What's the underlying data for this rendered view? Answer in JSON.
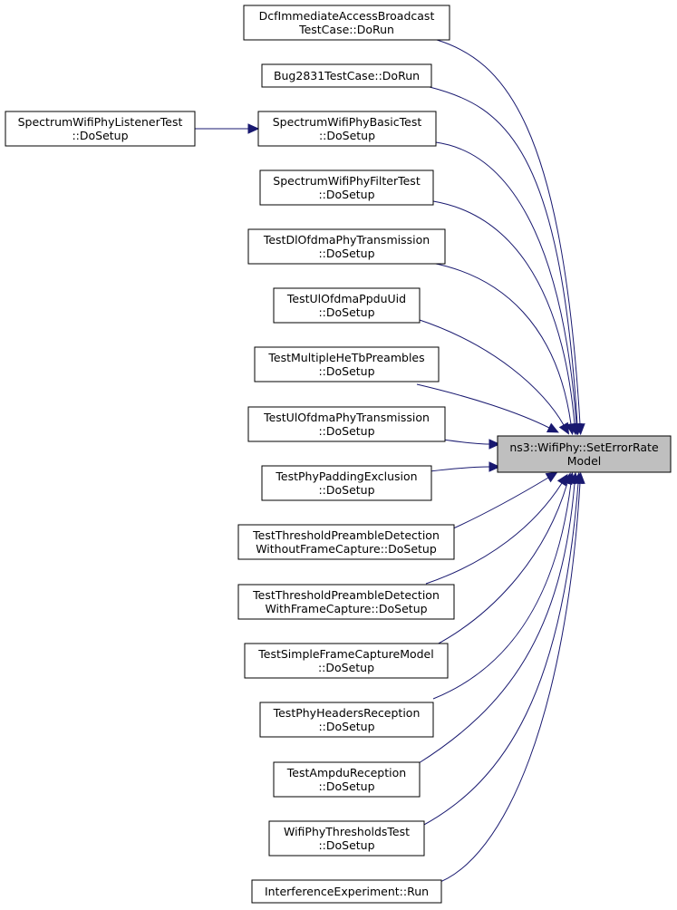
{
  "diagram": {
    "target": {
      "lines": [
        "ns3::WifiPhy::SetErrorRate",
        "Model"
      ]
    },
    "callers": [
      {
        "lines": [
          "DcfImmediateAccessBroadcast",
          "TestCase::DoRun"
        ]
      },
      {
        "lines": [
          "Bug2831TestCase::DoRun"
        ]
      },
      {
        "lines": [
          "SpectrumWifiPhyBasicTest",
          "::DoSetup"
        ]
      },
      {
        "lines": [
          "SpectrumWifiPhyFilterTest",
          "::DoSetup"
        ]
      },
      {
        "lines": [
          "TestDlOfdmaPhyTransmission",
          "::DoSetup"
        ]
      },
      {
        "lines": [
          "TestUlOfdmaPpduUid",
          "::DoSetup"
        ]
      },
      {
        "lines": [
          "TestMultipleHeTbPreambles",
          "::DoSetup"
        ]
      },
      {
        "lines": [
          "TestUlOfdmaPhyTransmission",
          "::DoSetup"
        ]
      },
      {
        "lines": [
          "TestPhyPaddingExclusion",
          "::DoSetup"
        ]
      },
      {
        "lines": [
          "TestThresholdPreambleDetection",
          "WithoutFrameCapture::DoSetup"
        ]
      },
      {
        "lines": [
          "TestThresholdPreambleDetection",
          "WithFrameCapture::DoSetup"
        ]
      },
      {
        "lines": [
          "TestSimpleFrameCaptureModel",
          "::DoSetup"
        ]
      },
      {
        "lines": [
          "TestPhyHeadersReception",
          "::DoSetup"
        ]
      },
      {
        "lines": [
          "TestAmpduReception",
          "::DoSetup"
        ]
      },
      {
        "lines": [
          "WifiPhyThresholdsTest",
          "::DoSetup"
        ]
      },
      {
        "lines": [
          "InterferenceExperiment::Run"
        ]
      }
    ],
    "secondary": {
      "lines": [
        "SpectrumWifiPhyListenerTest",
        "::DoSetup"
      ]
    },
    "colors": {
      "edge": "#191970",
      "target_fill": "#bfbfbf",
      "node_border": "#000000"
    }
  }
}
